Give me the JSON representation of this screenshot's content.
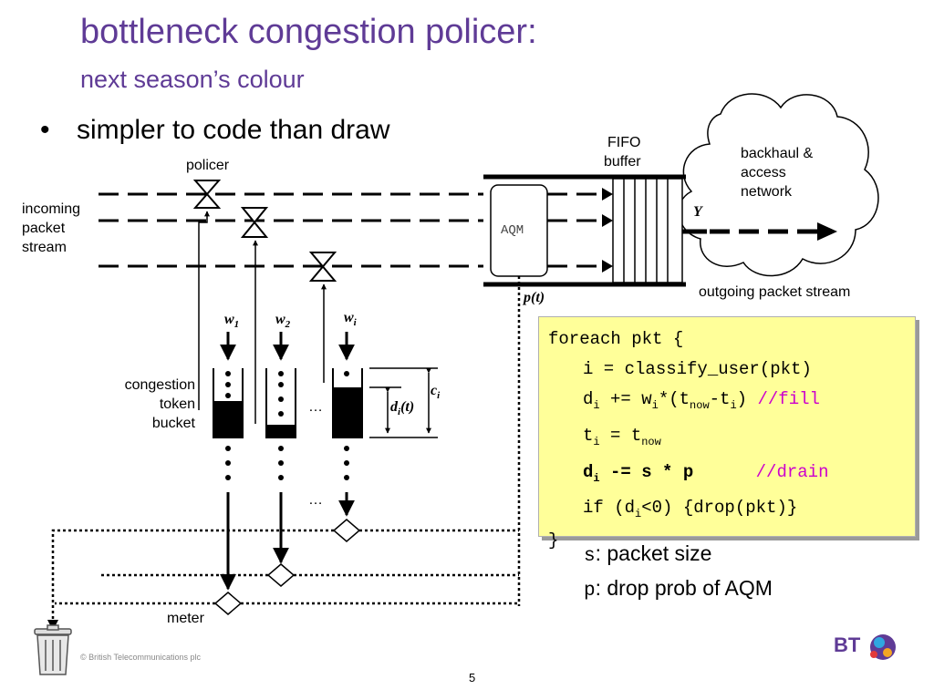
{
  "slide": {
    "title": "bottleneck congestion policer:",
    "subtitle": "next season’s colour",
    "bullet_marker": "•",
    "bullet": "simpler to code than draw",
    "page_number": "5",
    "copyright": "© British Telecommunications plc",
    "logo_text": "BT"
  },
  "diagram": {
    "policer_label": "policer",
    "incoming_label": [
      "incoming",
      "packet",
      "stream"
    ],
    "fifo_label": [
      "FIFO",
      "buffer"
    ],
    "aqm_label": "AQM",
    "cloud_label": [
      "backhaul &",
      "access",
      "network"
    ],
    "y_label": "Y",
    "pt_label": "p(t)",
    "outgoing_label": "outgoing packet stream",
    "bucket_label": [
      "congestion",
      "token",
      "bucket"
    ],
    "meter_label": "meter",
    "weights": [
      "w",
      "w",
      "w"
    ],
    "weight_subs": [
      "1",
      "2",
      "i"
    ],
    "ci_label": "c",
    "ci_sub": "i",
    "di_label": "d",
    "di_sub": "i",
    "di_tail": "(t)",
    "ellipsis": "…"
  },
  "code": {
    "l1": "foreach pkt {",
    "l2": "i = classify_user(pkt)",
    "l3a": "d",
    "l3b": "i",
    "l3c": " += w",
    "l3d": "i",
    "l3e": "*(t",
    "l3f": "now",
    "l3g": "-t",
    "l3h": "i",
    "l3i": ")",
    "l3j": "//fill",
    "l4a": "t",
    "l4b": "i",
    "l4c": " = t",
    "l4d": "now",
    "l5a": "d",
    "l5b": "i",
    "l5c": " -= s * p",
    "l5d": "//drain",
    "l6a": "if (d",
    "l6b": "i",
    "l6c": "<0) {drop(pkt)}",
    "l7": "}"
  },
  "legend": {
    "s_sym": "s",
    "s_text": ": packet size",
    "p_sym": "p",
    "p_text": ": drop prob of AQM"
  },
  "colors": {
    "title": "#5f3b96",
    "code_bg": "#ffff99",
    "comment": "#cc00cc"
  }
}
